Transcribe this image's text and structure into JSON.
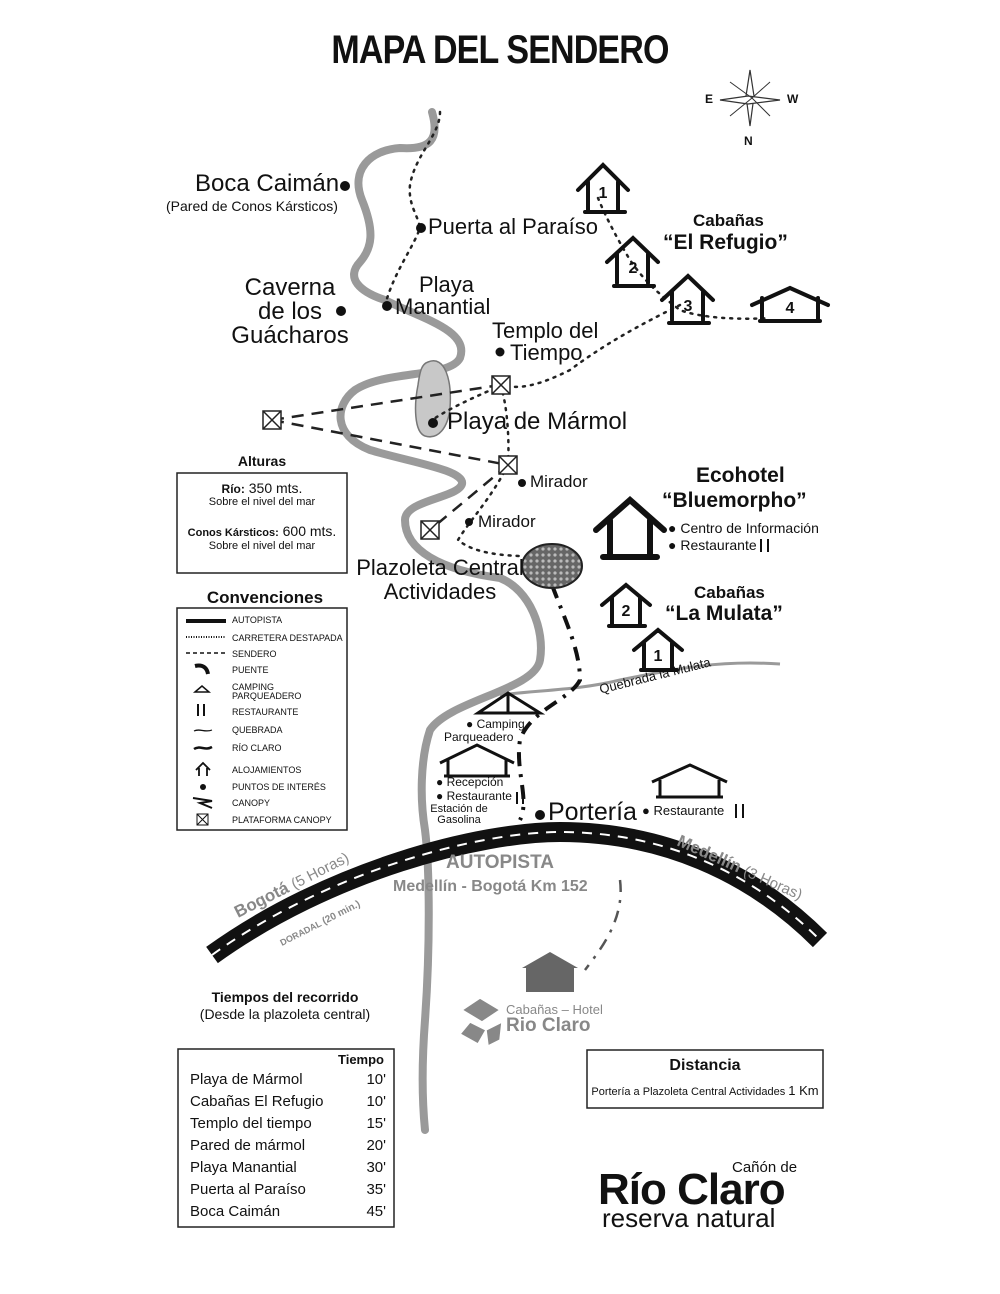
{
  "title": "MAPA DEL SENDERO",
  "compass": {
    "e": "E",
    "w": "W",
    "n": "N"
  },
  "places": {
    "boca_caiman": "Boca Caimán",
    "boca_caiman_sub": "(Pared de Conos Kársticos)",
    "puerta_paraiso": "Puerta al Paraíso",
    "caverna_1": "Caverna",
    "caverna_2": "de los",
    "caverna_3": "Guácharos",
    "playa_manantial_1": "Playa",
    "playa_manantial_2": "Manantial",
    "templo_1": "Templo del",
    "templo_2": "Tiempo",
    "playa_marmol": "Playa de Mármol",
    "mirador_1": "Mirador",
    "mirador_2": "Mirador",
    "plazoleta_1": "Plazoleta Central",
    "plazoleta_2": "Actividades",
    "camping": "Camping",
    "parqueadero": "Parqueadero",
    "recepcion": "Recepción",
    "restaurante_1": "Restaurante",
    "estacion_1": "Estación de",
    "estacion_2": "Gasolina",
    "porteria": "Portería",
    "restaurante_2": "Restaurante",
    "quebrada": "Quebrada la Mulata"
  },
  "cabins_refugio": {
    "title_1": "Cabañas",
    "title_2": "“El Refugio”",
    "numbers": [
      "1",
      "2",
      "3",
      "4"
    ]
  },
  "ecohotel": {
    "title_1": "Ecohotel",
    "title_2": "“Bluemorpho”",
    "info": "Centro de Información",
    "restaurante": "Restaurante"
  },
  "cabins_mulata": {
    "title_1": "Cabañas",
    "title_2": "“La Mulata”",
    "numbers": [
      "2",
      "1"
    ]
  },
  "alturas": {
    "title": "Alturas",
    "rio_label": "Río:",
    "rio_value": "350 mts.",
    "rio_sub": "Sobre el nivel del mar",
    "conos_label": "Conos Kársticos:",
    "conos_value": "600 mts.",
    "conos_sub": "Sobre el nivel del mar"
  },
  "convenciones": {
    "title": "Convenciones",
    "items": [
      "AUTOPISTA",
      "CARRETERA DESTAPADA",
      "SENDERO",
      "PUENTE",
      "CAMPING",
      "PARQUEADERO",
      "RESTAURANTE",
      "QUEBRADA",
      "RÍO CLARO",
      "ALOJAMIENTOS",
      "PUNTOS DE INTERÉS",
      "CANOPY",
      "PLATAFORMA CANOPY"
    ]
  },
  "road": {
    "autopista": "AUTOPISTA",
    "km": "Medellín - Bogotá Km 152",
    "bogota": "Bogotá",
    "bogota_time": "(5 Horas)",
    "medellin": "Medellín",
    "medellin_time": "(3 Horas)",
    "doradal": "DORADAL",
    "doradal_time": "(20 min.)"
  },
  "hotel": {
    "line_1": "Cabañas – Hotel",
    "line_2": "Rio Claro"
  },
  "tiempos": {
    "title": "Tiempos del recorrido",
    "subtitle": "(Desde la plazoleta central)",
    "col_header": "Tiempo",
    "rows": [
      {
        "name": "Playa de Mármol",
        "time": "10'"
      },
      {
        "name": "Cabañas El Refugio",
        "time": "10'"
      },
      {
        "name": "Templo del tiempo",
        "time": "15'"
      },
      {
        "name": "Pared de mármol",
        "time": "20'"
      },
      {
        "name": "Playa Manantial",
        "time": "30'"
      },
      {
        "name": "Puerta al Paraíso",
        "time": "35'"
      },
      {
        "name": "Boca Caimán",
        "time": "45'"
      }
    ]
  },
  "distancia": {
    "title": "Distancia",
    "text": "Portería a Plazoleta Central Actividades",
    "value": "1 Km"
  },
  "brand": {
    "top": "Cañón de",
    "main": "Río Claro",
    "sub": "reserva natural"
  },
  "colors": {
    "river": "#9a9a9a",
    "road": "#111111",
    "road_stripe": "#ffffff",
    "text": "#111111",
    "grey_text": "#888888"
  }
}
